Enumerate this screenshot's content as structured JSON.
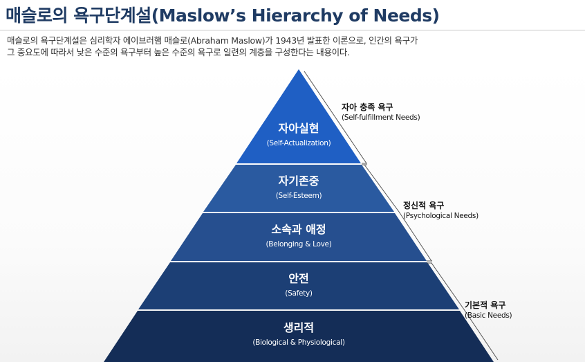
{
  "title": "매슬로의 욕구단계설(Maslow’s Hierarchy of Needs)",
  "description": {
    "line1": "매슬로의 욕구단계설은 심리학자 에이브러햄 매슬로(Abraham Maslow)가 1943년 발표한 이론으로, 인간의 욕구가",
    "line2": "그 중요도에 따라서 낮은 수준의 욕구부터 높은 수준의 욕구로 일련의 계층을 구성한다는 내용이다."
  },
  "levels": [
    {
      "ko": "자아실현",
      "en": "(Self-Actualization)",
      "color": "#1f5fc4"
    },
    {
      "ko": "자기존중",
      "en": "(Self-Esteem)",
      "color": "#2a5aa0"
    },
    {
      "ko": "소속과 애정",
      "en": "(Belonging & Love)",
      "color": "#264f8f"
    },
    {
      "ko": "안전",
      "en": "(Safety)",
      "color": "#1c3f75"
    },
    {
      "ko": "생리적",
      "en": "(Biological & Physiological)",
      "color": "#142d57"
    }
  ],
  "groups": [
    {
      "ko": "자아 충족 욕구",
      "en": "(Self-fulfillment Needs)"
    },
    {
      "ko": "정신적 욕구",
      "en": "(Psychological Needs)"
    },
    {
      "ko": "기본적 욕구",
      "en": "(Basic Needs)"
    }
  ],
  "colors": {
    "title": "#1f3b63",
    "bracket": "#555555"
  }
}
